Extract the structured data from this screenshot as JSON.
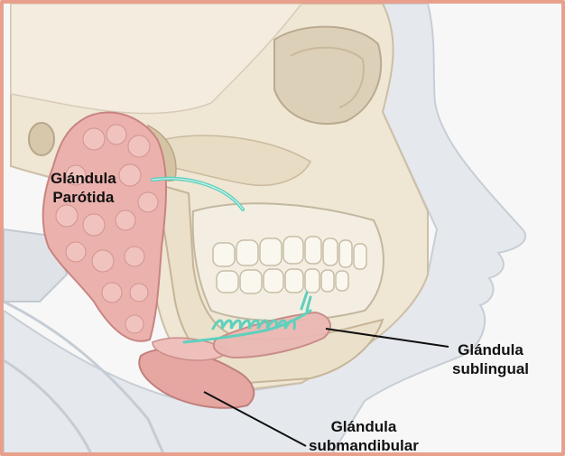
{
  "labels": {
    "parotid": {
      "line1": "Glándula",
      "line2": "Parótida"
    },
    "sublingual": {
      "line1": "Glándula",
      "line2": "sublingual"
    },
    "submandibular": {
      "line1": "Glándula",
      "line2": "submandibular"
    }
  },
  "colors": {
    "frame": "#e8a08c",
    "skull": "#ede4d3",
    "skull_shadow": "#d9ccb4",
    "soft_tissue": "#d7dbe0",
    "gland": "#eab1ad",
    "gland_dark": "#d38d8a",
    "duct": "#5fd0bd",
    "leader_line": "#111111"
  }
}
